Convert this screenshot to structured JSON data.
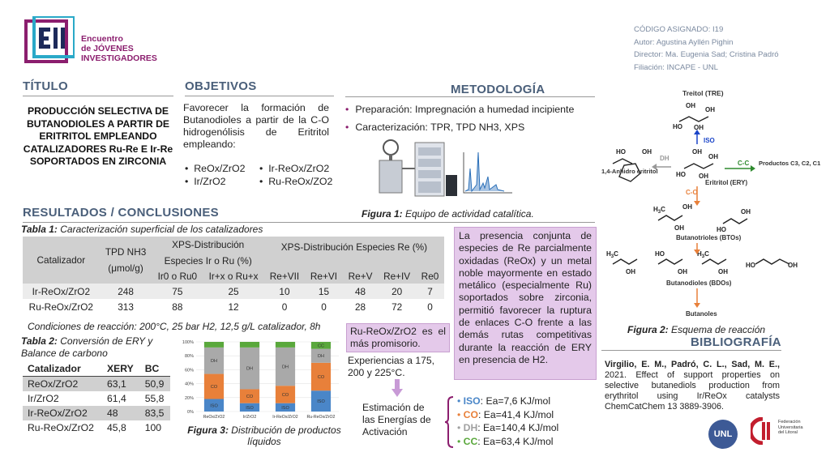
{
  "header": {
    "logo_line1": "Encuentro",
    "logo_line2": "de JÓVENES",
    "logo_line3": "INVESTIGADORES",
    "meta": [
      "CÓDIGO ASIGNADO: I19",
      "Autor: Agustina Ayllén Pighin",
      "Director: Ma. Eugenia Sad; Cristina Padró",
      "Filiación: INCAPE - UNL"
    ]
  },
  "titulo": {
    "heading": "TÍTULO",
    "text": "PRODUCCIÓN SELECTIVA DE BUTANODIOLES A PARTIR DE ERITRITOL EMPLEANDO CATALIZADORES Ru-Re E Ir-Re SOPORTADOS EN ZIRCONIA"
  },
  "objetivos": {
    "heading": "OBJETIVOS",
    "text": "Favorecer la formación de Butanodioles a partir de la C-O hidrogenólisis de Eritritol empleando:",
    "bullets_left": [
      "ReOx/ZrO2",
      "Ir/ZrO2"
    ],
    "bullets_right": [
      "Ir-ReOx/ZrO2",
      "Ru-ReOx/ZO2"
    ]
  },
  "metodologia": {
    "heading": "METODOLOGÍA",
    "items": [
      "Preparación: Impregnación a humedad incipiente",
      "Caracterización: TPR, TPD NH3, XPS"
    ],
    "fig1_caption_bold": "Figura 1:",
    "fig1_caption": " Equipo de actividad catalítica."
  },
  "resultados": {
    "heading": "RESULTADOS / CONCLUSIONES",
    "tabla1_caption_bold": "Tabla 1:",
    "tabla1_caption": " Caracterización superficial de los catalizadores",
    "tabla1_headers": {
      "catalizador": "Catalizador",
      "tpd": "TPD NH3",
      "tpd_unit": "(μmol/g)",
      "xps_ir": "XPS-Distribución",
      "xps_ir2": "Especies Ir o Ru (%)",
      "xps_re": "XPS-Distribución Especies Re (%)",
      "sub": [
        "Ir0 o Ru0",
        "Ir+x o Ru+x",
        "Re+VII",
        "Re+VI",
        "Re+V",
        "Re+IV",
        "Re0"
      ]
    },
    "tabla1_rows": [
      [
        "Ir-ReOx/ZrO2",
        "248",
        "75",
        "25",
        "10",
        "15",
        "48",
        "20",
        "7"
      ],
      [
        "Ru-ReOx/ZrO2",
        "313",
        "88",
        "12",
        "0",
        "0",
        "28",
        "72",
        "0"
      ]
    ],
    "condiciones": "Condiciones de reacción: 200°C, 25 bar H2, 12,5 g/L catalizador, 8h",
    "tabla2_caption_bold": "Tabla 2:",
    "tabla2_caption": " Conversión de ERY y Balance de carbono",
    "tabla2_headers": [
      "Catalizador",
      "XERY",
      "BC"
    ],
    "tabla2_rows": [
      [
        "ReOx/ZrO2",
        "63,1",
        "50,9"
      ],
      [
        "Ir/ZrO2",
        "61,4",
        "55,8"
      ],
      [
        "Ir-ReOx/ZrO2",
        "48",
        "83,5"
      ],
      [
        "Ru-ReOx/ZrO2",
        "45,8",
        "100"
      ]
    ],
    "fig3_caption_bold": "Figura 3:",
    "fig3_caption": " Distribución de productos líquidos",
    "promising": "Ru-ReOx/ZrO2 es el más promisorio.",
    "experiencias": "Experiencias a 175, 200 y 225°C.",
    "estimacion": "Estimación de las Energías de Activación",
    "ea": [
      {
        "label": "ISO",
        "value": ": Ea=7,6 KJ/mol",
        "color": "#4a86c8"
      },
      {
        "label": "CO",
        "value": ": Ea=41,4 KJ/mol",
        "color": "#e8803a"
      },
      {
        "label": "DH",
        "value": ": Ea=140,4 KJ/mol",
        "color": "#a0a0a0"
      },
      {
        "label": "CC",
        "value": ": Ea=63,4 KJ/mol",
        "color": "#5aa83c"
      }
    ],
    "conclusion_box": "La presencia conjunta de especies de Re parcialmente oxidadas (ReOx) y un metal noble mayormente en estado metálico (especialmente Ru) soportados sobre zirconia, permitió favorecer la ruptura de enlaces C-O frente a las demás rutas competitivas durante la reacción de ERY en presencia de H2."
  },
  "chart_data": {
    "type": "bar",
    "stacked": true,
    "categories": [
      "ReOx/ZrO2",
      "Ir/ZrO2",
      "Ir-ReOx/ZrO2",
      "Ru-ReOx/ZrO2"
    ],
    "ytick_labels": [
      "0%",
      "20%",
      "40%",
      "60%",
      "80%",
      "100%"
    ],
    "ylim": [
      0,
      100
    ],
    "series": [
      {
        "name": "ISO",
        "values": [
          18,
          12,
          12,
          30
        ],
        "color": "#4a86c8"
      },
      {
        "name": "CO",
        "values": [
          36,
          20,
          25,
          40
        ],
        "color": "#e8803a"
      },
      {
        "name": "DH",
        "values": [
          38,
          60,
          55,
          20
        ],
        "color": "#a9a9a9"
      },
      {
        "name": "CC",
        "values": [
          8,
          8,
          8,
          10
        ],
        "color": "#5aa83c"
      }
    ]
  },
  "esquema": {
    "treitol": "Treitol (TRE)",
    "iso": "ISO",
    "dh": "DH",
    "anhidro": "1,4-Anhidro eritritol",
    "cc": "C-C",
    "productos": "Productos C3, C2, C1",
    "eritritol": "Eritritol (ERY)",
    "co": "C-O",
    "btos": "Butanotrioles (BTOs)",
    "bdos": "Butanodioles (BDOs)",
    "butanoles": "Butanoles",
    "fig2_caption_bold": "Figura 2:",
    "fig2_caption": " Esquema de reacción"
  },
  "bibliografia": {
    "heading": "BIBLIOGRAFÍA",
    "ref_bold": "Virgilio, E. M., Padró, C. L., Sad, M. E.,",
    "ref_text": " 2021. Effect of support properties on selective butanediols production from erythritol using Ir/ReOx catalysts ChemCatChem 13 3889-3906."
  },
  "logos": {
    "unl": "UNL",
    "fed1": "Federación",
    "fed2": "Universitaria",
    "fed3": "del Litoral"
  }
}
